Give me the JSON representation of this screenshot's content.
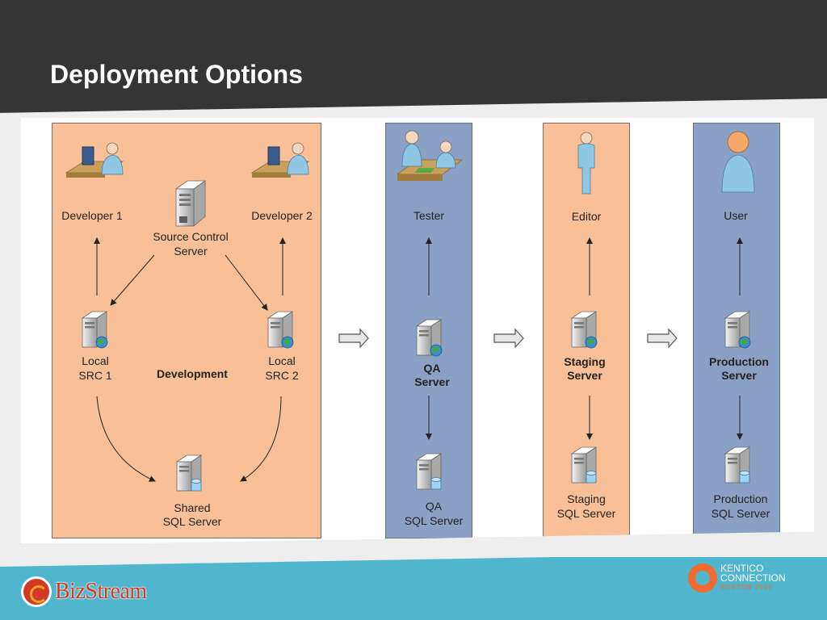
{
  "slide": {
    "title": "Deployment Options"
  },
  "diagram": {
    "development": {
      "developer1": "Developer 1",
      "developer2": "Developer 2",
      "source_control_line1": "Source Control",
      "source_control_line2": "Server",
      "local1_line1": "Local",
      "local1_line2": "SRC 1",
      "local2_line1": "Local",
      "local2_line2": "SRC 2",
      "environment": "Development",
      "shared_line1": "Shared",
      "shared_line2": "SQL Server"
    },
    "qa": {
      "role": "Tester",
      "server_line1": "QA",
      "server_line2": "Server",
      "sql_line1": "QA",
      "sql_line2": "SQL Server"
    },
    "staging": {
      "role": "Editor",
      "server_line1": "Staging",
      "server_line2": "Server",
      "sql_line1": "Staging",
      "sql_line2": "SQL Server"
    },
    "production": {
      "role": "User",
      "server_line1": "Production",
      "server_line2": "Server",
      "sql_line1": "Production",
      "sql_line2": "SQL Server"
    }
  },
  "footer": {
    "bizstream_logo": "BizStream",
    "kentico_line1": "KENTICO",
    "kentico_line2": "CONNECTION",
    "kentico_line3": "BOSTON 2013"
  },
  "colors": {
    "dev_panel": "#f9c097",
    "blue_panel": "#8aa0c4",
    "title_bar": "#353535",
    "footer": "#4fb6cd"
  }
}
